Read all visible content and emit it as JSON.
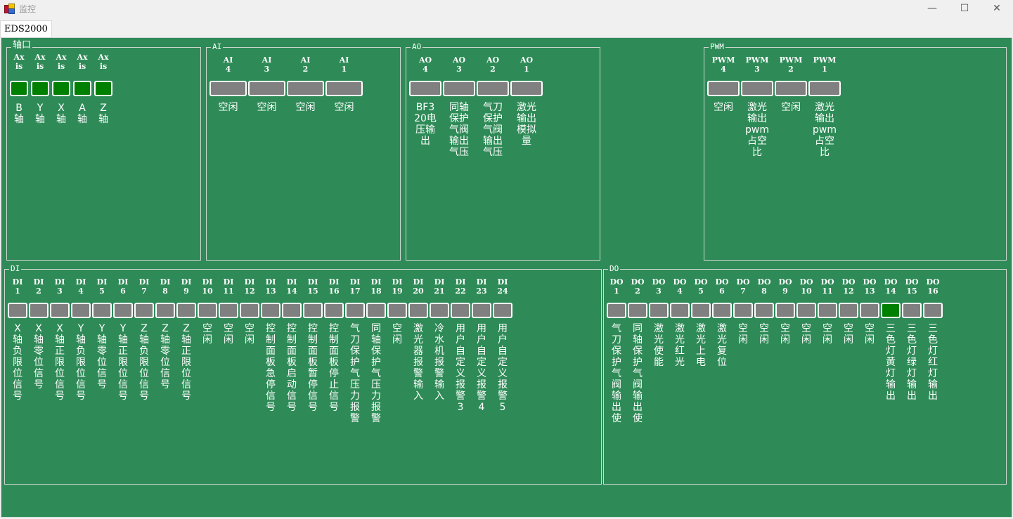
{
  "window": {
    "title": "监控",
    "minimize": "—",
    "maximize": "☐",
    "close": "✕"
  },
  "tab": {
    "label": "EDS2000"
  },
  "axis": {
    "label": "轴口",
    "channels": [
      {
        "name": "Ax\nis",
        "desc": "B轴",
        "on": true
      },
      {
        "name": "Ax\nis",
        "desc": "Y轴",
        "on": true
      },
      {
        "name": "Ax\nis",
        "desc": "X轴",
        "on": true
      },
      {
        "name": "Ax\nis",
        "desc": "A轴",
        "on": true
      },
      {
        "name": "Ax\nis",
        "desc": "Z轴",
        "on": true
      }
    ]
  },
  "ai": {
    "label": "AI",
    "channels": [
      {
        "name": "AI\n4",
        "desc": "空闲",
        "on": false
      },
      {
        "name": "AI\n3",
        "desc": "空闲",
        "on": false
      },
      {
        "name": "AI\n2",
        "desc": "空闲",
        "on": false
      },
      {
        "name": "AI\n1",
        "desc": "空闲",
        "on": false
      }
    ]
  },
  "ao": {
    "label": "AO",
    "channels": [
      {
        "name": "AO\n4",
        "desc": "BF320电压输出",
        "on": false
      },
      {
        "name": "AO\n3",
        "desc": "同轴保护气阀输出气压",
        "on": false
      },
      {
        "name": "AO\n2",
        "desc": "气刀保护气阀输出气压",
        "on": false
      },
      {
        "name": "AO\n1",
        "desc": "激光输出模拟量",
        "on": false
      }
    ]
  },
  "pwm": {
    "label": "PWM",
    "channels": [
      {
        "name": "PWM\n4",
        "desc": "空闲",
        "on": false
      },
      {
        "name": "PWM\n3",
        "desc": "激光输出pwm占空比",
        "on": false
      },
      {
        "name": "PWM\n2",
        "desc": "空闲",
        "on": false
      },
      {
        "name": "PWM\n1",
        "desc": "激光输出pwm占空比",
        "on": false
      }
    ]
  },
  "di": {
    "label": "DI",
    "channels": [
      {
        "name": "DI\n1",
        "desc": "X轴负限位信号",
        "on": false
      },
      {
        "name": "DI\n2",
        "desc": "X轴零位信号",
        "on": false
      },
      {
        "name": "DI\n3",
        "desc": "X轴正限位信号",
        "on": false
      },
      {
        "name": "DI\n4",
        "desc": "Y轴负限位信号",
        "on": false
      },
      {
        "name": "DI\n5",
        "desc": "Y轴零位信号",
        "on": false
      },
      {
        "name": "DI\n6",
        "desc": "Y轴正限位信号",
        "on": false
      },
      {
        "name": "DI\n7",
        "desc": "Z轴负限位信号",
        "on": false
      },
      {
        "name": "DI\n8",
        "desc": "Z轴零位信号",
        "on": false
      },
      {
        "name": "DI\n9",
        "desc": "Z轴正限位信号",
        "on": false
      },
      {
        "name": "DI\n10",
        "desc": "空闲",
        "on": false
      },
      {
        "name": "DI\n11",
        "desc": "空闲",
        "on": false
      },
      {
        "name": "DI\n12",
        "desc": "空闲",
        "on": false
      },
      {
        "name": "DI\n13",
        "desc": "控制面板急停信号",
        "on": false
      },
      {
        "name": "DI\n14",
        "desc": "控制面板启动信号",
        "on": false
      },
      {
        "name": "DI\n15",
        "desc": "控制面板暂停信号",
        "on": false
      },
      {
        "name": "DI\n16",
        "desc": "控制面板停止信号",
        "on": false
      },
      {
        "name": "DI\n17",
        "desc": "气刀保护气压力报警",
        "on": false
      },
      {
        "name": "DI\n18",
        "desc": "同轴保护气压力报警",
        "on": false
      },
      {
        "name": "DI\n19",
        "desc": "空闲",
        "on": false
      },
      {
        "name": "DI\n20",
        "desc": "激光器报警输入",
        "on": false
      },
      {
        "name": "DI\n21",
        "desc": "冷水机报警输入",
        "on": false
      },
      {
        "name": "DI\n22",
        "desc": "用户自定义报警3",
        "on": false
      },
      {
        "name": "DI\n23",
        "desc": "用户自定义报警4",
        "on": false
      },
      {
        "name": "DI\n24",
        "desc": "用户自定义报警5",
        "on": false
      }
    ]
  },
  "do": {
    "label": "DO",
    "channels": [
      {
        "name": "DO\n1",
        "desc": "气刀保护气阀输出使",
        "on": false
      },
      {
        "name": "DO\n2",
        "desc": "同轴保护气阀输出使",
        "on": false
      },
      {
        "name": "DO\n3",
        "desc": "激光使能",
        "on": false
      },
      {
        "name": "DO\n4",
        "desc": "激光红光",
        "on": false
      },
      {
        "name": "DO\n5",
        "desc": "激光上电",
        "on": false
      },
      {
        "name": "DO\n6",
        "desc": "激光复位",
        "on": false
      },
      {
        "name": "DO\n7",
        "desc": "空闲",
        "on": false
      },
      {
        "name": "DO\n8",
        "desc": "空闲",
        "on": false
      },
      {
        "name": "DO\n9",
        "desc": "空闲",
        "on": false
      },
      {
        "name": "DO\n10",
        "desc": "空闲",
        "on": false
      },
      {
        "name": "DO\n11",
        "desc": "空闲",
        "on": false
      },
      {
        "name": "DO\n12",
        "desc": "空闲",
        "on": false
      },
      {
        "name": "DO\n13",
        "desc": "空闲",
        "on": false
      },
      {
        "name": "DO\n14",
        "desc": "三色灯黄灯输出",
        "on": true
      },
      {
        "name": "DO\n15",
        "desc": "三色灯绿灯输出",
        "on": false
      },
      {
        "name": "DO\n16",
        "desc": "三色灯红灯输出",
        "on": false
      }
    ]
  },
  "colors": {
    "panel_bg": "#2e8b57",
    "led_on": "#008000",
    "led_off": "#808080"
  }
}
